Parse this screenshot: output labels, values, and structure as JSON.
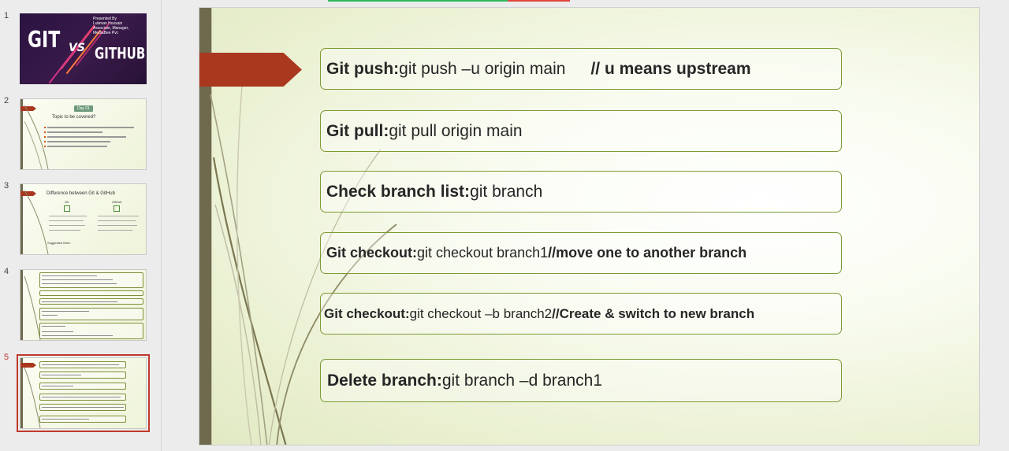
{
  "slide_numbers": [
    "1",
    "2",
    "3",
    "4",
    "5"
  ],
  "thumb1": {
    "word_git": "GIT",
    "word_vs": "VS",
    "word_github": "GITHUB",
    "presented": "Presented By\nLukman Hossain\nAssociate, Manager,\nMediaBee Pvt."
  },
  "thumb2": {
    "pill": "Day 01",
    "title": "Topic to be covered?"
  },
  "thumb3": {
    "title": "Difference between Git & GitHub",
    "col_left": "Git",
    "col_right": "GitHub",
    "suggested": "Suggested Note:"
  },
  "main": {
    "rows": [
      {
        "label": "Git push:",
        "command": " git push –u origin main",
        "comment": "// u means upstream"
      },
      {
        "label": "Git pull:",
        "command": " git pull origin main",
        "comment": ""
      },
      {
        "label": "Check branch list:",
        "command": " git branch",
        "comment": ""
      },
      {
        "label": "Git checkout:",
        "command": " git checkout branch1 ",
        "comment": "//move one to another branch"
      },
      {
        "label": "Git checkout:",
        "command": " git checkout –b branch2 ",
        "comment": "//Create & switch to new branch"
      },
      {
        "label": "Delete branch:",
        "command": " git branch –d branch1",
        "comment": ""
      }
    ]
  },
  "colors": {
    "accent_red": "#a9381f",
    "box_border": "#7d9a35",
    "side_band": "#6f6a4d",
    "active_slide": "#c0392b"
  }
}
